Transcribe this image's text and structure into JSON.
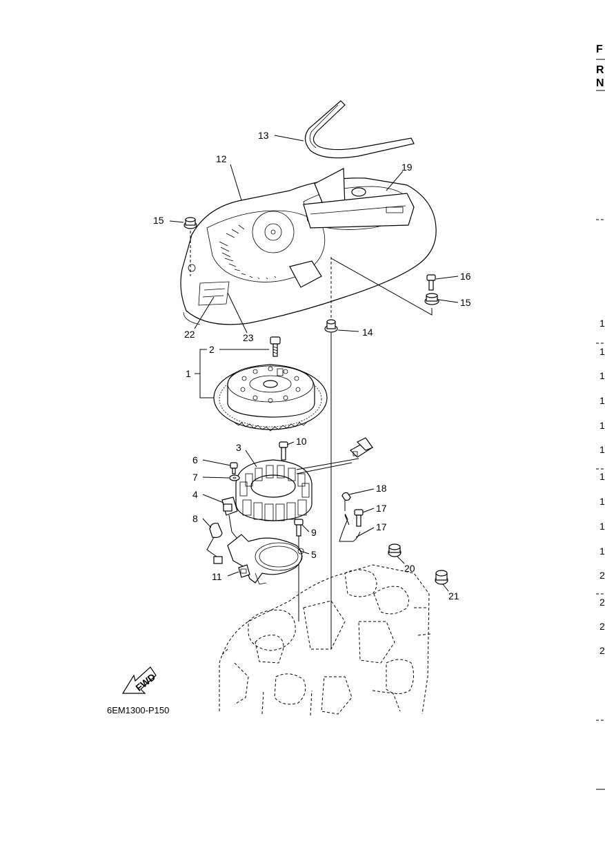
{
  "diagram_code": "6EM1300-P150",
  "fwd_label": "FWD",
  "callouts": [
    {
      "id": "c1",
      "text": "1"
    },
    {
      "id": "c2",
      "text": "2"
    },
    {
      "id": "c3",
      "text": "3"
    },
    {
      "id": "c4",
      "text": "4"
    },
    {
      "id": "c5",
      "text": "5"
    },
    {
      "id": "c6",
      "text": "6"
    },
    {
      "id": "c7",
      "text": "7"
    },
    {
      "id": "c8",
      "text": "8"
    },
    {
      "id": "c9",
      "text": "9"
    },
    {
      "id": "c10",
      "text": "10"
    },
    {
      "id": "c11",
      "text": "11"
    },
    {
      "id": "c12",
      "text": "12"
    },
    {
      "id": "c13",
      "text": "13"
    },
    {
      "id": "c14",
      "text": "14"
    },
    {
      "id": "c15a",
      "text": "15"
    },
    {
      "id": "c15b",
      "text": "15"
    },
    {
      "id": "c16",
      "text": "16"
    },
    {
      "id": "c17a",
      "text": "17"
    },
    {
      "id": "c17b",
      "text": "17"
    },
    {
      "id": "c18",
      "text": "18"
    },
    {
      "id": "c19",
      "text": "19"
    },
    {
      "id": "c20",
      "text": "20"
    },
    {
      "id": "c21",
      "text": "21"
    },
    {
      "id": "c22",
      "text": "22"
    },
    {
      "id": "c23",
      "text": "23"
    }
  ],
  "edge_text": {
    "header_letters": [
      "F",
      "R",
      "N"
    ],
    "row_fragments": [
      "1",
      "1",
      "1",
      "1",
      "1",
      "1",
      "1",
      "1",
      "1",
      "1",
      "2",
      "2",
      "2",
      "2"
    ]
  }
}
